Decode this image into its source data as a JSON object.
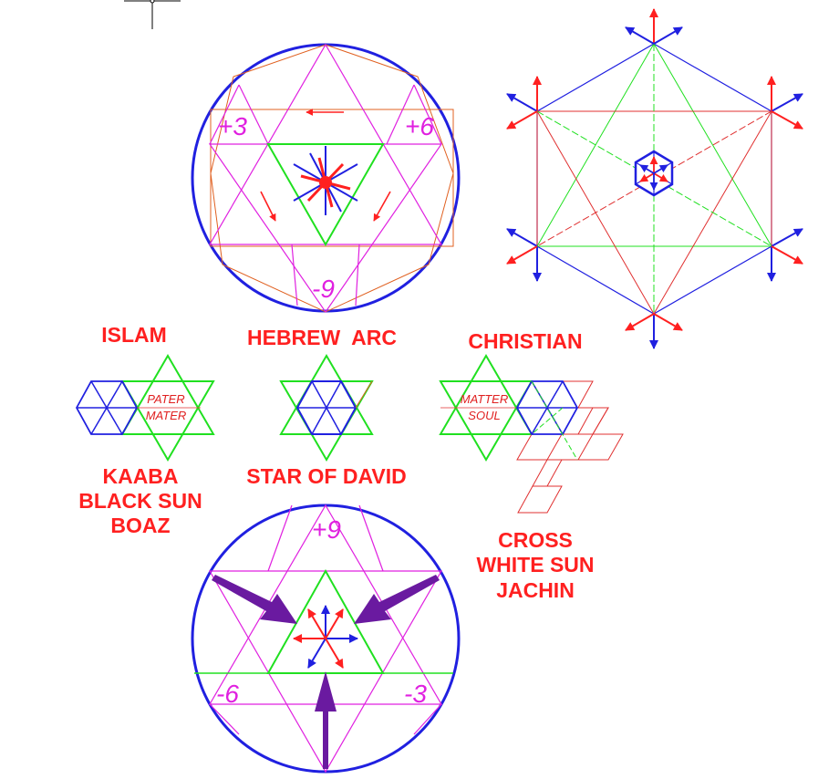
{
  "colors": {
    "blue": "#2020e0",
    "green": "#20e020",
    "magenta": "#e020e0",
    "red": "#ff2020",
    "orange": "#e06020",
    "purple": "#6a1aa0",
    "thin_red": "#e03030"
  },
  "top_circle": {
    "numbers": [
      "+3",
      "+6",
      "-9"
    ]
  },
  "labels": {
    "islam": "ISLAM",
    "hebrew": "HEBREW  ARC",
    "christian": "CHRISTIAN",
    "islam_sub": [
      "KAABA",
      "BLACK SUN",
      "BOAZ"
    ],
    "hebrew_sub": "STAR OF DAVID",
    "christian_sub": [
      "CROSS",
      "WHITE SUN",
      "JACHIN"
    ]
  },
  "islam_star": {
    "line1": "PATER",
    "line2": "MATER"
  },
  "christian_star": {
    "line1": "MATTER",
    "line2": "SOUL"
  },
  "bottom_circle": {
    "numbers": [
      "+9",
      "-6",
      "-3"
    ]
  }
}
